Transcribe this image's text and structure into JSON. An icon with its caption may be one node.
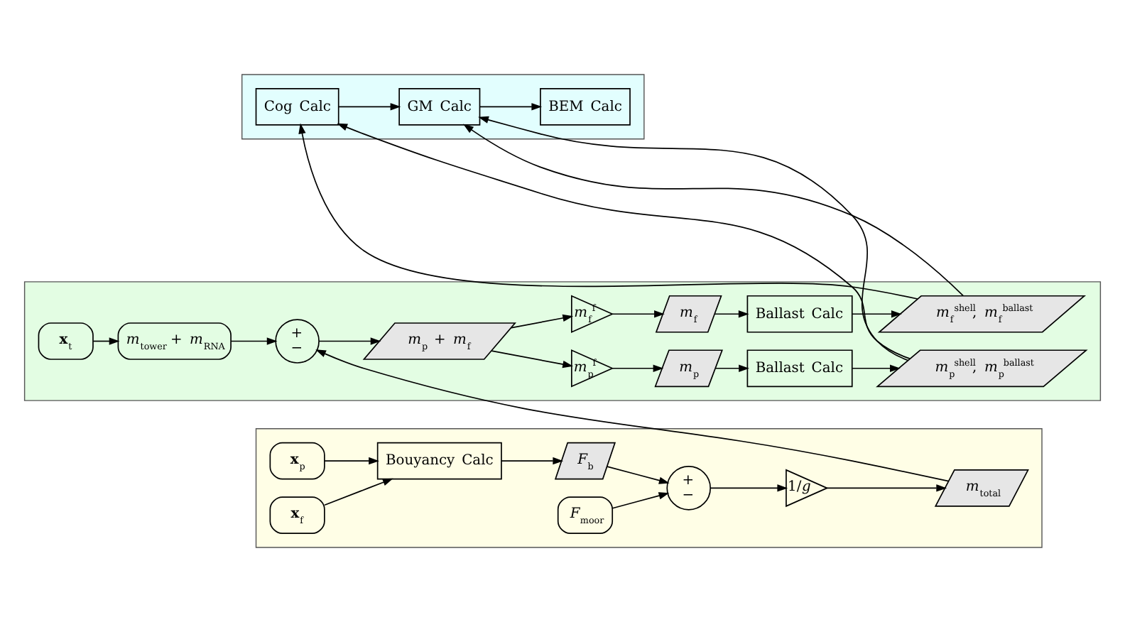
{
  "diagram": {
    "nodes": [
      {
        "text": [],
        "shape": "band"
      },
      {
        "text": [
          "**x**$_{p}$"
        ],
        "in": 0
      },
      {
        "text": [
          "**x**$_{f}$"
        ],
        "in": 0
      },
      {
        "text": [
          "Bouyancy Calc"
        ],
        "in": 0
      },
      {
        "text": [
          "*F*$_{b}$"
        ],
        "in": 0
      },
      {
        "text": [
          "*F*$_{moor}$"
        ],
        "in": 0
      },
      {
        "text": [
          "+",
          "−"
        ],
        "in": 0
      },
      {
        "text": [
          "1/*g*"
        ],
        "in": 0
      },
      {
        "text": [
          "*m*$_{total}$"
        ],
        "in": 0
      },
      {
        "text": [],
        "shape": "band"
      },
      {
        "text": [
          "+",
          "−"
        ],
        "in": 9
      },
      {
        "text": [
          "*m*$_{p}$ + *m*$_{f}$"
        ],
        "in": 9
      },
      {
        "text": [
          "*m*$_{p}$$^{f}$"
        ],
        "in": 9
      },
      {
        "text": [
          "*m*$_{p}$"
        ],
        "in": 9
      },
      {
        "text": [
          "Ballast Calc"
        ],
        "in": 9
      },
      {
        "text": [
          "*m*$_{p}$$^{shell}$, *m*$_{p}$$^{ballast}$"
        ],
        "in": 9
      },
      {
        "text": [
          "*m*$_{f}$$^{f}$"
        ],
        "in": 9
      },
      {
        "text": [
          "*m*$_{f}$"
        ],
        "in": 9
      },
      {
        "text": [
          "Ballast Calc"
        ],
        "in": 9
      },
      {
        "text": [
          "*m*$_{f}$$^{shell}$, *m*$_{f}$$^{ballast}$"
        ],
        "in": 9
      },
      {
        "text": [
          "**x**$_{t}$"
        ],
        "in": 9
      },
      {
        "text": [
          "*m*$_{tower}$ + *m*$_{RNA}$"
        ],
        "in": 9
      },
      {
        "text": [],
        "shape": "band"
      },
      {
        "text": [
          "Cog Calc"
        ],
        "in": 22
      },
      {
        "text": [
          "GM Calc"
        ],
        "in": 22
      },
      {
        "text": [
          "BEM Calc"
        ],
        "in": 22
      }
    ],
    "edges": [
      {
        "from": 1,
        "to": 3,
        "arrow": "to"
      },
      {
        "from": 2,
        "to": 3,
        "arrow": "to"
      },
      {
        "from": 3,
        "to": 4,
        "arrow": "to"
      },
      {
        "from": 4,
        "to": 6,
        "arrow": "to"
      },
      {
        "from": 5,
        "to": 6,
        "arrow": "to"
      },
      {
        "from": 6,
        "to": 7,
        "arrow": "to"
      },
      {
        "from": 7,
        "to": 8,
        "arrow": "to"
      },
      {
        "from": 8,
        "to": 10,
        "arrow": "to"
      },
      {
        "from": 21,
        "to": 10,
        "arrow": "to"
      },
      {
        "from": 20,
        "to": 21,
        "arrow": "to"
      },
      {
        "from": 10,
        "to": 11,
        "arrow": "to"
      },
      {
        "from": 11,
        "to": 12,
        "arrow": "to"
      },
      {
        "from": 11,
        "to": 16,
        "arrow": "to"
      },
      {
        "from": 12,
        "to": 13,
        "arrow": "to"
      },
      {
        "from": 13,
        "to": 14,
        "arrow": "to"
      },
      {
        "from": 14,
        "to": 15,
        "arrow": "to"
      },
      {
        "from": 16,
        "to": 17,
        "arrow": "to"
      },
      {
        "from": 17,
        "to": 18,
        "arrow": "to"
      },
      {
        "from": 18,
        "to": 19,
        "arrow": "to"
      },
      {
        "from": 19,
        "to": 23,
        "arrow": "to"
      },
      {
        "from": 19,
        "to": 24,
        "arrow": "to"
      },
      {
        "from": 15,
        "to": 23,
        "arrow": "to"
      },
      {
        "from": 15,
        "to": 24,
        "arrow": "to"
      },
      {
        "from": 23,
        "to": 24,
        "arrow": "to"
      },
      {
        "from": 24,
        "to": 25,
        "arrow": "to"
      }
    ]
  }
}
